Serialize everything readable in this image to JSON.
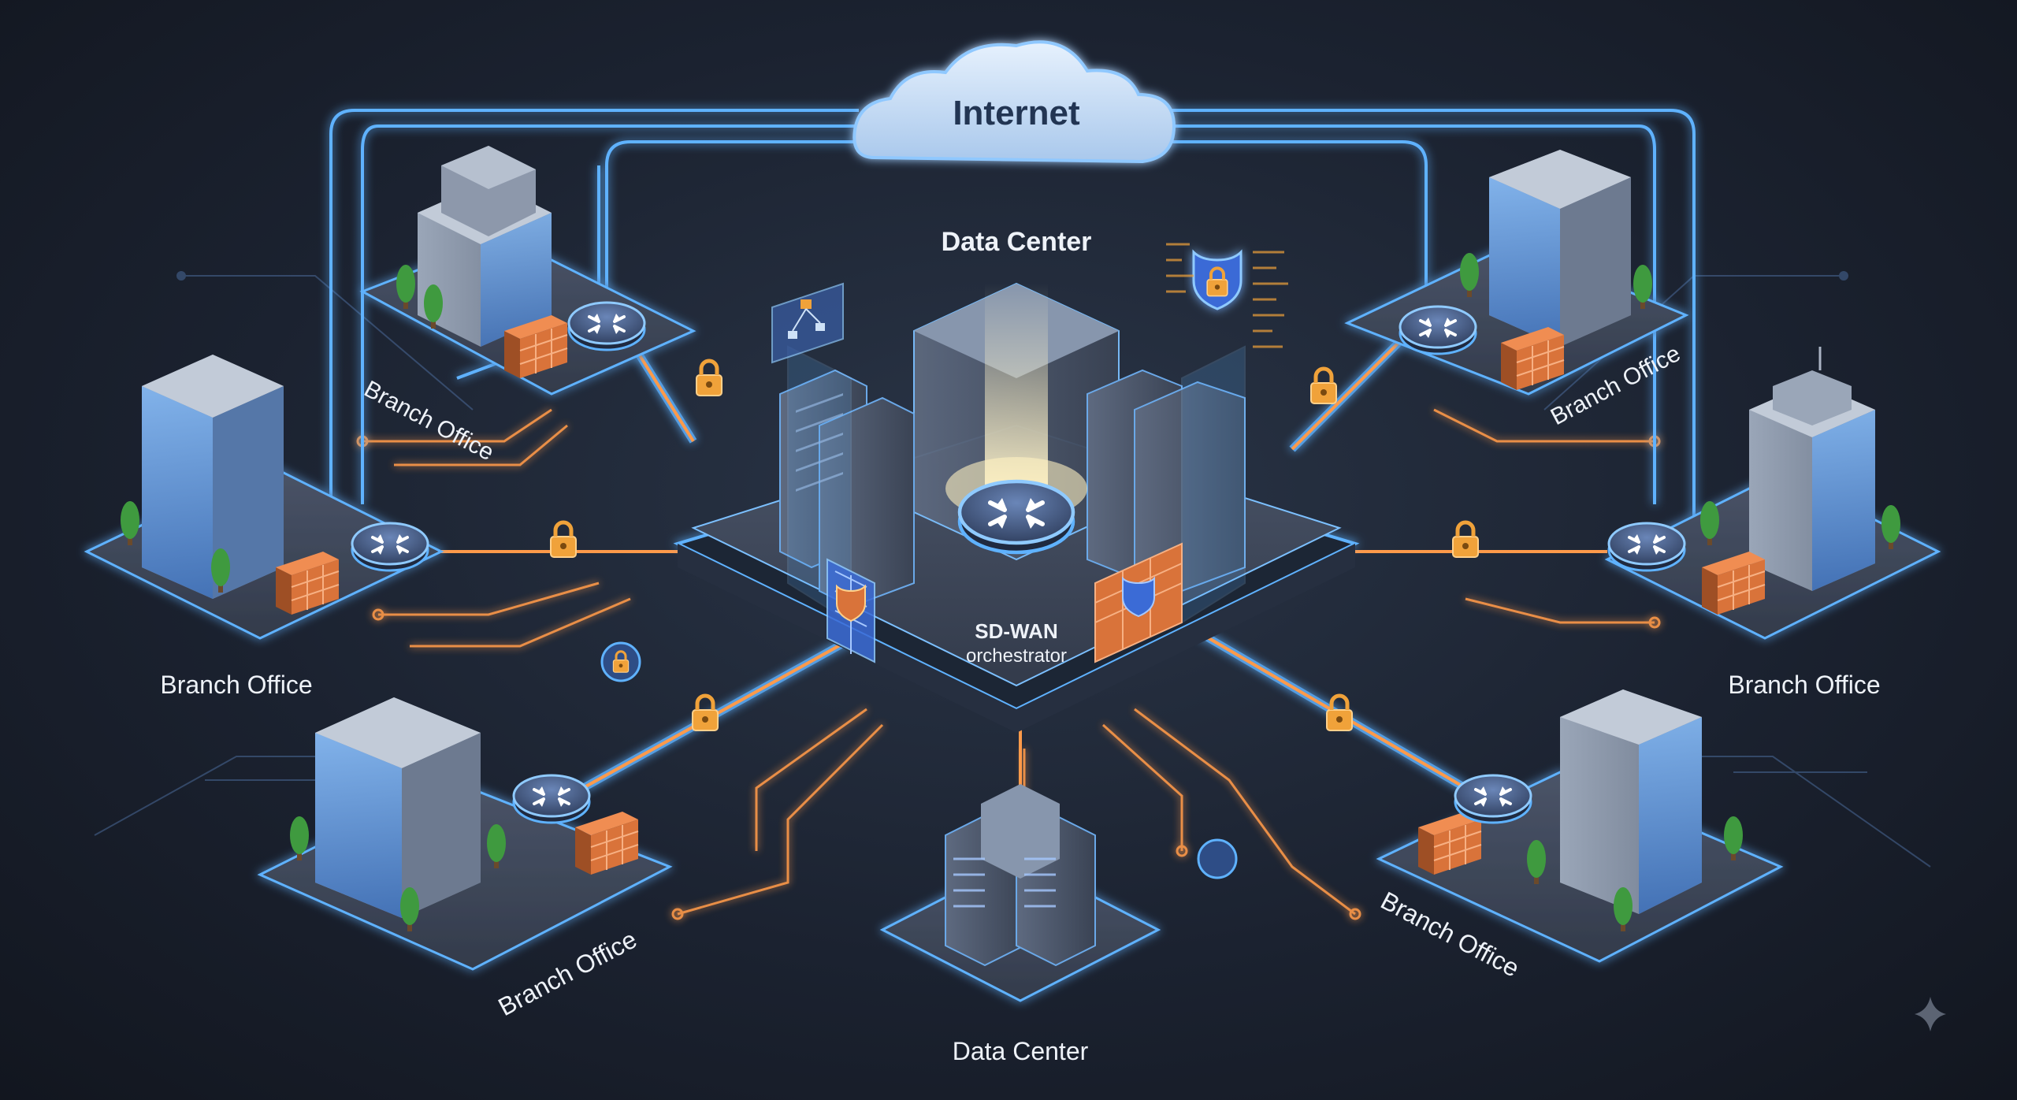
{
  "diagram": {
    "cloud_label": "Internet",
    "top_center_label": "Data Center",
    "hub_label_line1": "SD-WAN",
    "hub_label_line2": "orchestrator",
    "bottom_center_label": "Data Center",
    "branch_labels": {
      "top_left": "Branch Office",
      "mid_left": "Branch Office",
      "bottom_left": "Branch Office",
      "top_right": "Branch Office",
      "mid_right": "Branch Office",
      "bottom_right": "Branch Office"
    },
    "colors": {
      "background": "#1b2230",
      "link_blue": "#5fb2ff",
      "link_orange": "#ff9a4a",
      "platform": "#3a4354",
      "firewall": "#e07a3c",
      "lock": "#f0a23a",
      "cloud": "#cfe2f7",
      "building_glass": "#5b8fd6"
    },
    "icons": [
      "router-icon",
      "firewall-icon",
      "lock-icon",
      "shield-lock-icon",
      "server-rack-icon",
      "building-icon",
      "cloud-icon",
      "tree-icon",
      "workflow-icon",
      "sparkle-icon"
    ]
  }
}
